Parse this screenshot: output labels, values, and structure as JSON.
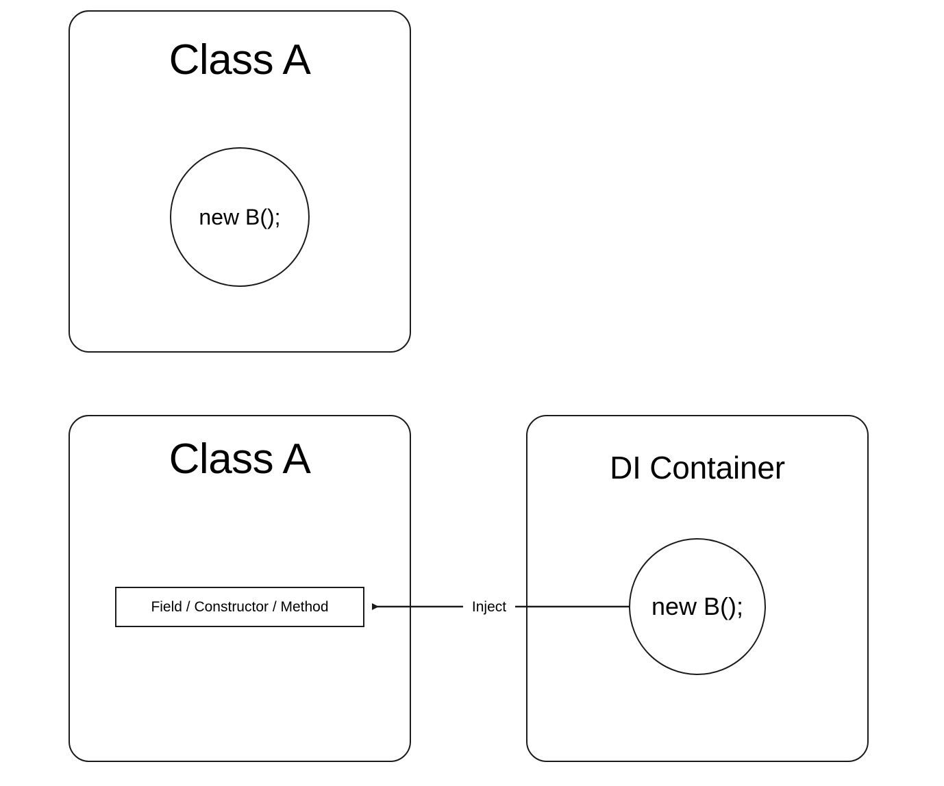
{
  "diagram": {
    "title_text_large": "Class A",
    "nodes": {
      "class_a_top": {
        "title": "Class A",
        "inner_circle_label": "new B();"
      },
      "class_a_bottom": {
        "title": "Class A",
        "member_box_label": "Field / Constructor / Method"
      },
      "di_container": {
        "title": "DI Container",
        "inner_circle_label": "new B();"
      }
    },
    "edges": [
      {
        "label": "Inject",
        "from": "di-container-new-b-circle",
        "to": "class-a-member-box",
        "direction": "right-to-left",
        "arrowhead": "solid-triangle"
      }
    ],
    "colors": {
      "stroke": "#1a1a1a",
      "fill": "#ffffff",
      "text": "#000000"
    }
  }
}
